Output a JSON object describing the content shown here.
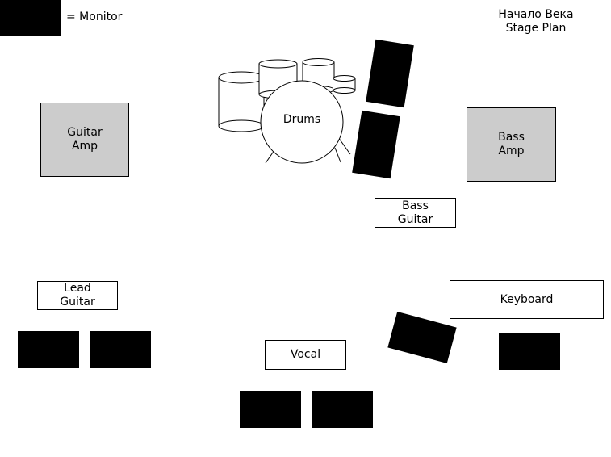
{
  "title": {
    "line1": "Начало Века",
    "line2": "Stage Plan"
  },
  "legend": {
    "label": "= Monitor"
  },
  "drums": {
    "label": "Drums"
  },
  "guitar_amp": {
    "line1": "Guitar",
    "line2": "Amp"
  },
  "bass_amp": {
    "line1": "Bass",
    "line2": "Amp"
  },
  "bass_guitar": {
    "line1": "Bass",
    "line2": "Guitar"
  },
  "lead_guitar": {
    "line1": "Lead",
    "line2": "Guitar"
  },
  "keyboard": {
    "label": "Keyboard"
  },
  "vocal": {
    "label": "Vocal"
  },
  "colors": {
    "amp_fill": "#cccccc",
    "monitor_fill": "#000000",
    "background": "#ffffff"
  }
}
